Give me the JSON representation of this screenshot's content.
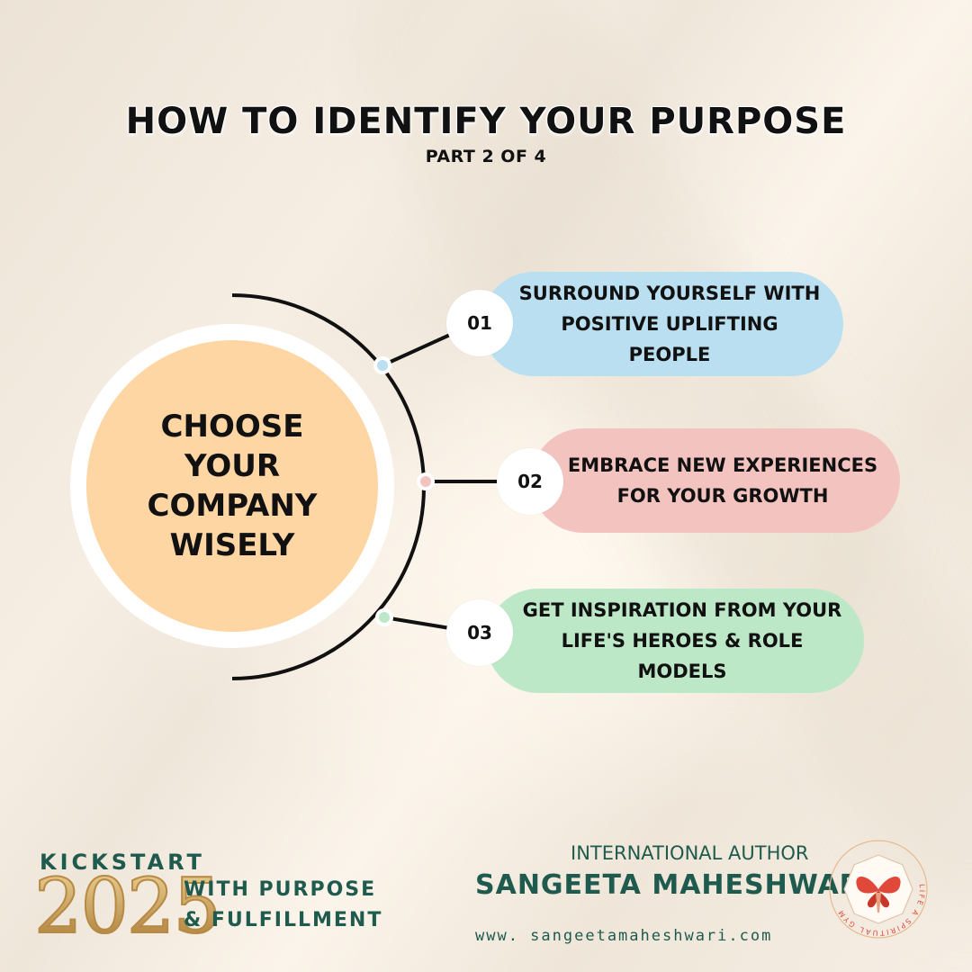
{
  "header": {
    "title": "HOW TO IDENTIFY YOUR PURPOSE",
    "subtitle": "PART 2 OF 4"
  },
  "center": {
    "text": "CHOOSE\nYOUR\nCOMPANY\nWISELY",
    "color": "#fdd6a4"
  },
  "steps": [
    {
      "number": "01",
      "text": "SURROUND YOURSELF WITH\nPOSITIVE UPLIFTING PEOPLE",
      "color": "#b9dff0"
    },
    {
      "number": "02",
      "text": "EMBRACE NEW EXPERIENCES\nFOR YOUR GROWTH",
      "color": "#f3c3c0"
    },
    {
      "number": "03",
      "text": "GET INSPIRATION FROM YOUR\nLIFE'S HEROES & ROLE MODELS",
      "color": "#bde8c8"
    }
  ],
  "campaign": {
    "kickstart": "KICKSTART",
    "year": "2025",
    "line1": "WITH PURPOSE",
    "line2": "& FULFILLMENT"
  },
  "author": {
    "role": "INTERNATIONAL AUTHOR",
    "name": "SANGEETA MAHESHWARI",
    "website": "www. sangeetamaheshwari.com"
  },
  "logo": {
    "ring_text": "LIFE A SPIRITUAL GYM",
    "icon": "butterfly-praying-hands-icon"
  },
  "colors": {
    "accent_green": "#1e5a4d",
    "logo_red": "#e0483a"
  }
}
